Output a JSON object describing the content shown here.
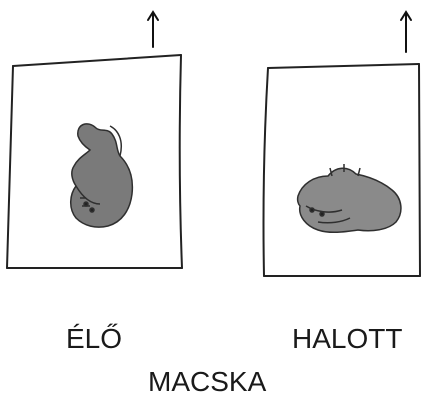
{
  "diagram": {
    "panels": [
      {
        "label": "ÉLŐ",
        "subject": "upright-cat-illustration",
        "arrow": "up-arrow-icon"
      },
      {
        "label": "HALOTT",
        "subject": "lying-cat-illustration",
        "arrow": "up-arrow-icon"
      }
    ],
    "caption": "MACSKA"
  }
}
